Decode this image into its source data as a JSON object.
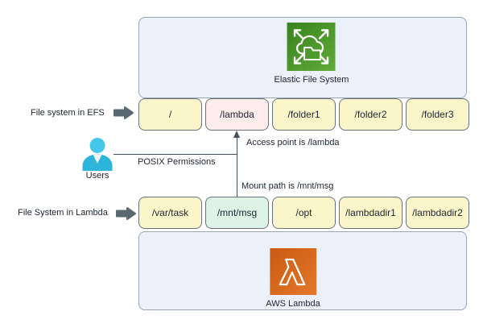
{
  "diagram": {
    "efs": {
      "icon_label": "Elastic File System",
      "side_label": "File system in EFS",
      "folders": [
        "/",
        "/lambda",
        "/folder1",
        "/folder2",
        "/folder3"
      ]
    },
    "lambda": {
      "icon_label": "AWS Lambda",
      "side_label": "File System in Lambda",
      "folders": [
        "/var/task",
        "/mnt/msg",
        "/opt",
        "/lambdadir1",
        "/lambdadir2"
      ]
    },
    "users_label": "Users",
    "annotations": {
      "posix": "POSIX Permissions",
      "access_point": "Access point is /lambda",
      "mount_path": "Mount path is /mnt/msg"
    }
  },
  "colors": {
    "container-fill": "#eaf1fb",
    "container-border": "#9aa5b1",
    "cell-border": "#67727e",
    "cell-yellow": "#fbf6c9",
    "cell-pink": "#fcecea",
    "cell-green": "#def2e6",
    "connector": "#434f5b",
    "block-arrow": "#5a6872",
    "efs-green-dark": "#37831c",
    "efs-green-light": "#62ab3c",
    "efs-folder-fill": "#4f9a2f",
    "lambda-orange-dark": "#cb5a12",
    "lambda-orange-light": "#e3782b",
    "users-cyan-head": "#45c7e9",
    "users-cyan-body": "#2eb5db",
    "text": "#202733"
  }
}
